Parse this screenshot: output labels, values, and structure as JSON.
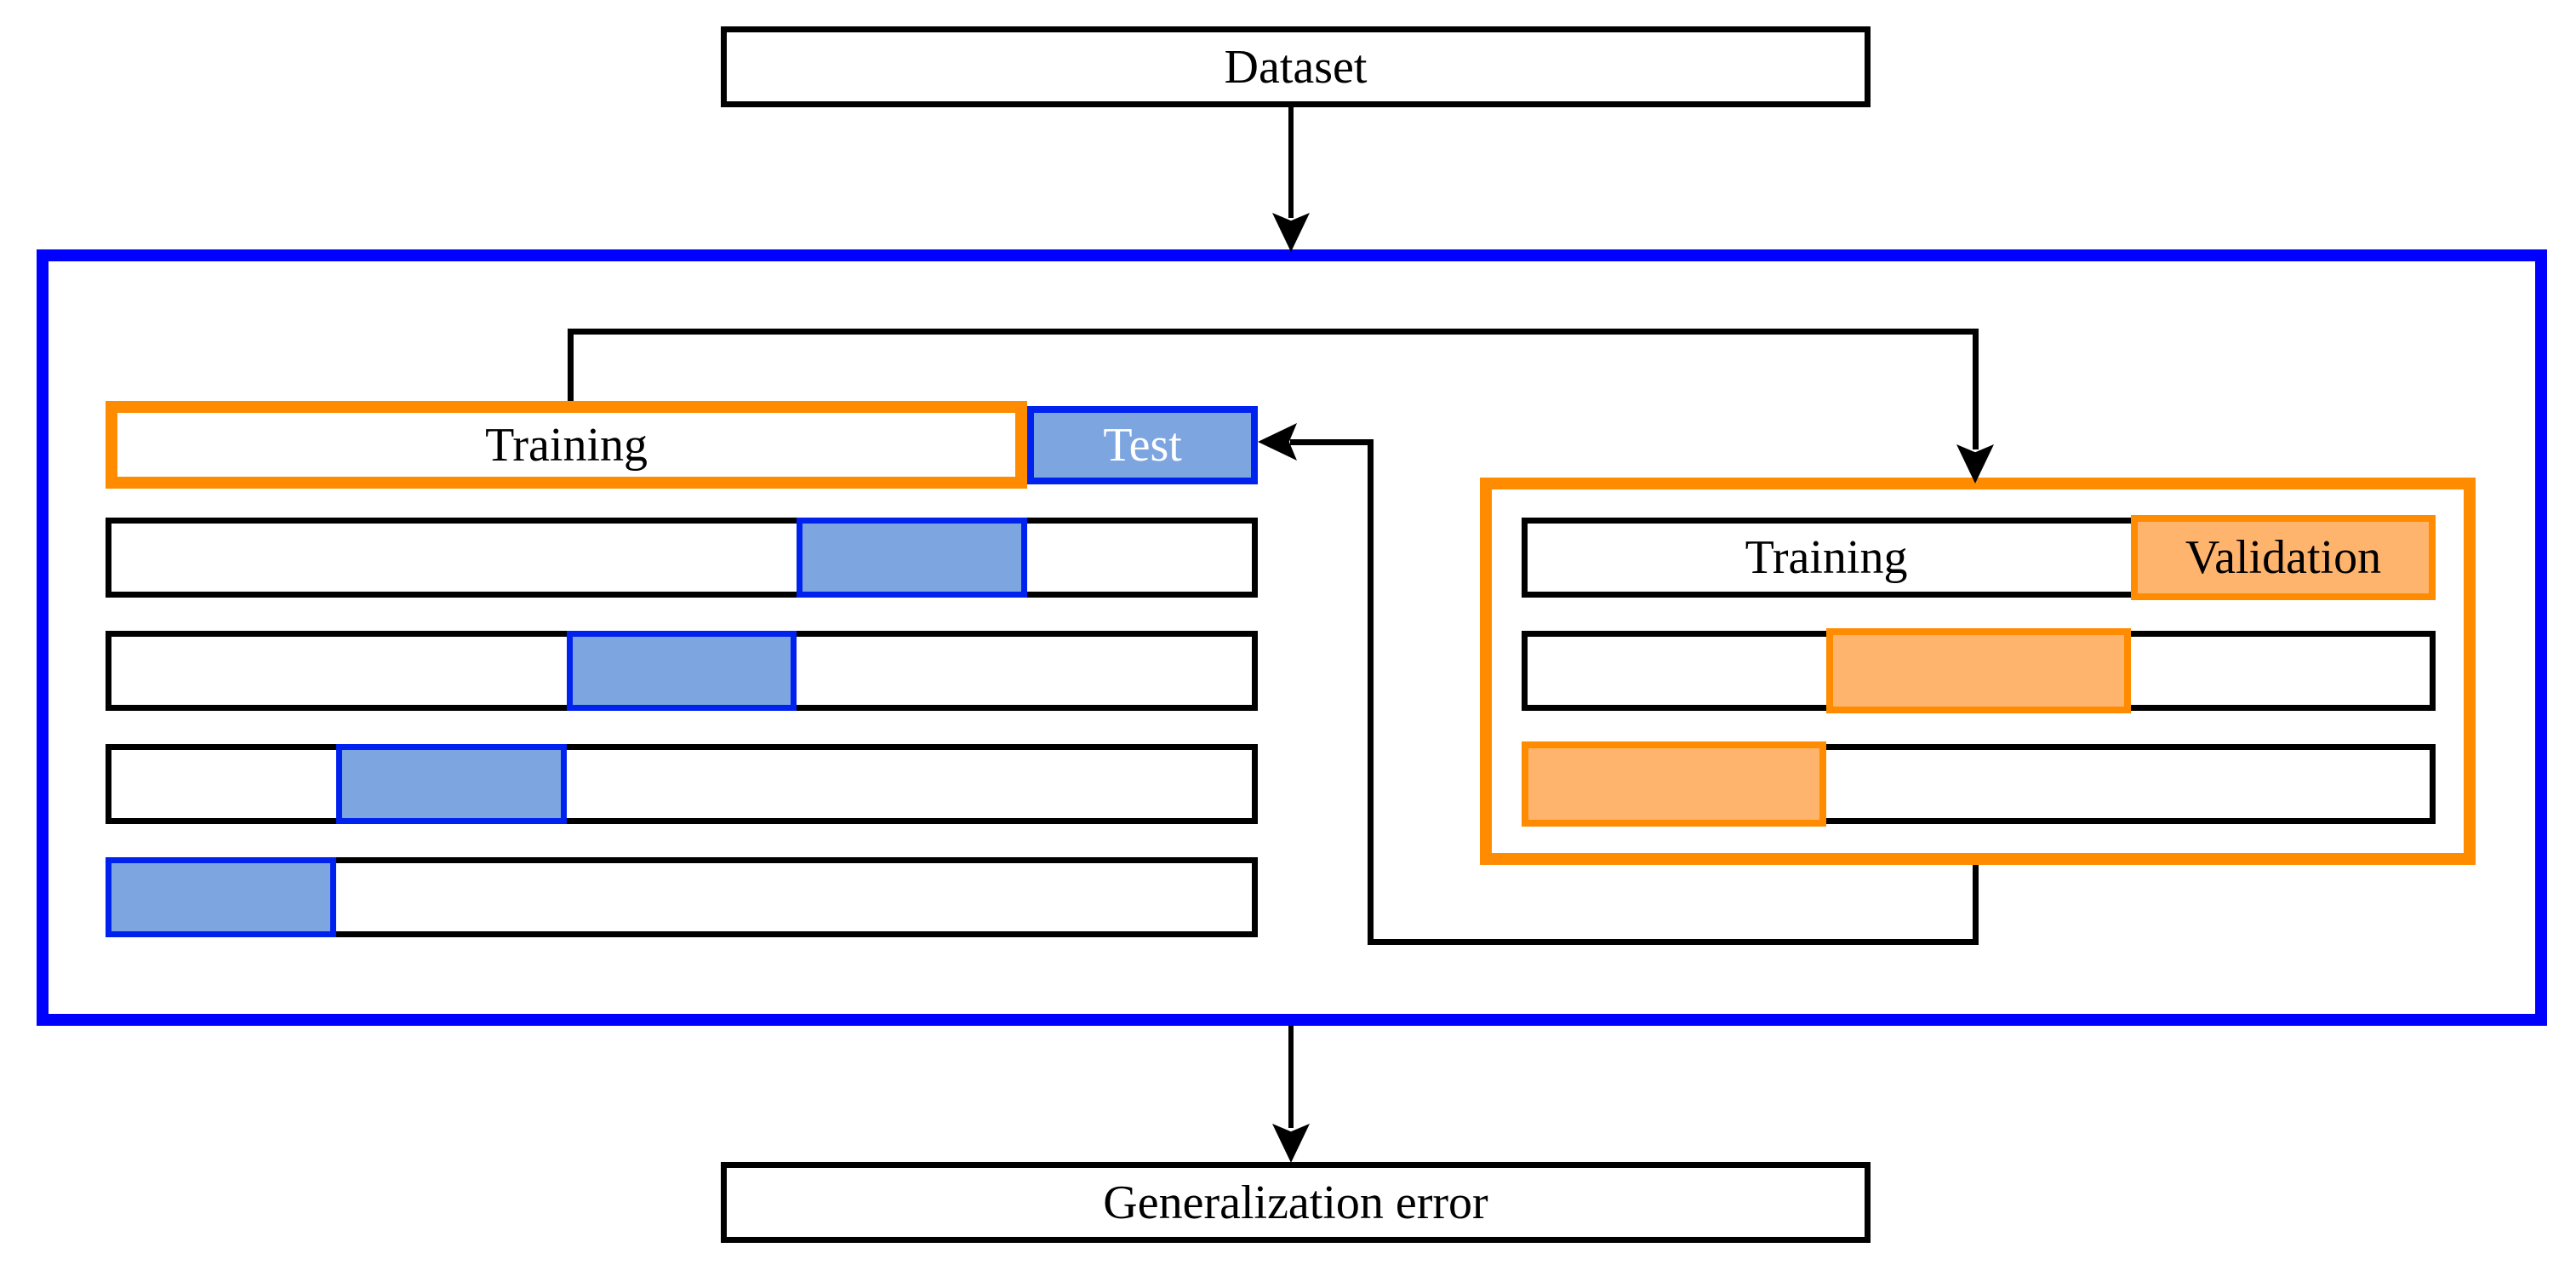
{
  "labels": {
    "dataset": "Dataset",
    "outer_training": "Training",
    "test": "Test",
    "inner_training": "Training",
    "validation": "Validation",
    "generalization": "Generalization error"
  },
  "colors": {
    "outer_loop_border": "#0000ff",
    "inner_loop_border": "#ff8c00",
    "test_border": "#0022ee",
    "test_fill": "#7da5e0",
    "validation_fill": "#ffb46e",
    "line": "#000000"
  },
  "outer_cv": {
    "n_folds": 5,
    "folds": [
      {
        "start": 0.8,
        "width": 0.2
      },
      {
        "start": 0.6,
        "width": 0.2
      },
      {
        "start": 0.4,
        "width": 0.2
      },
      {
        "start": 0.2,
        "width": 0.2
      },
      {
        "start": 0.0,
        "width": 0.2
      }
    ]
  },
  "inner_cv": {
    "n_folds": 3,
    "folds": [
      {
        "start": 0.6667,
        "width": 0.3333
      },
      {
        "start": 0.3333,
        "width": 0.3333
      },
      {
        "start": 0.0,
        "width": 0.3333
      }
    ]
  }
}
